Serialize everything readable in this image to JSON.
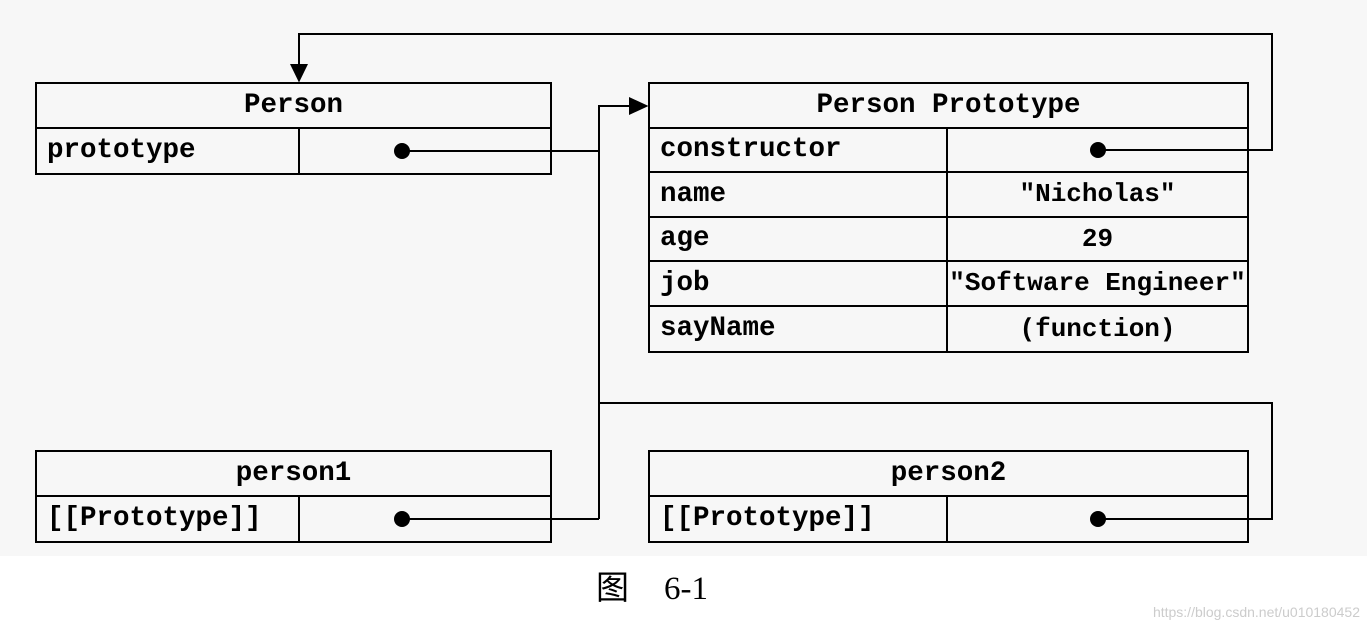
{
  "objects": [
    {
      "title": "Person",
      "rows": [
        {
          "key": "prototype",
          "icon": "pointer-dot"
        }
      ]
    },
    {
      "title": "Person Prototype",
      "rows": [
        {
          "key": "constructor",
          "icon": "pointer-dot"
        },
        {
          "key": "name",
          "value": "\"Nicholas\""
        },
        {
          "key": "age",
          "value": "29"
        },
        {
          "key": "job",
          "value": "\"Software Engineer\""
        },
        {
          "key": "sayName",
          "value": "(function)"
        }
      ]
    },
    {
      "title": "person1",
      "rows": [
        {
          "key": "[[Prototype]]",
          "icon": "pointer-dot"
        }
      ]
    },
    {
      "title": "person2",
      "rows": [
        {
          "key": "[[Prototype]]",
          "icon": "pointer-dot"
        }
      ]
    }
  ],
  "caption": {
    "label": "图",
    "number": "6-1"
  },
  "watermark": "https://blog.csdn.net/u010180452"
}
